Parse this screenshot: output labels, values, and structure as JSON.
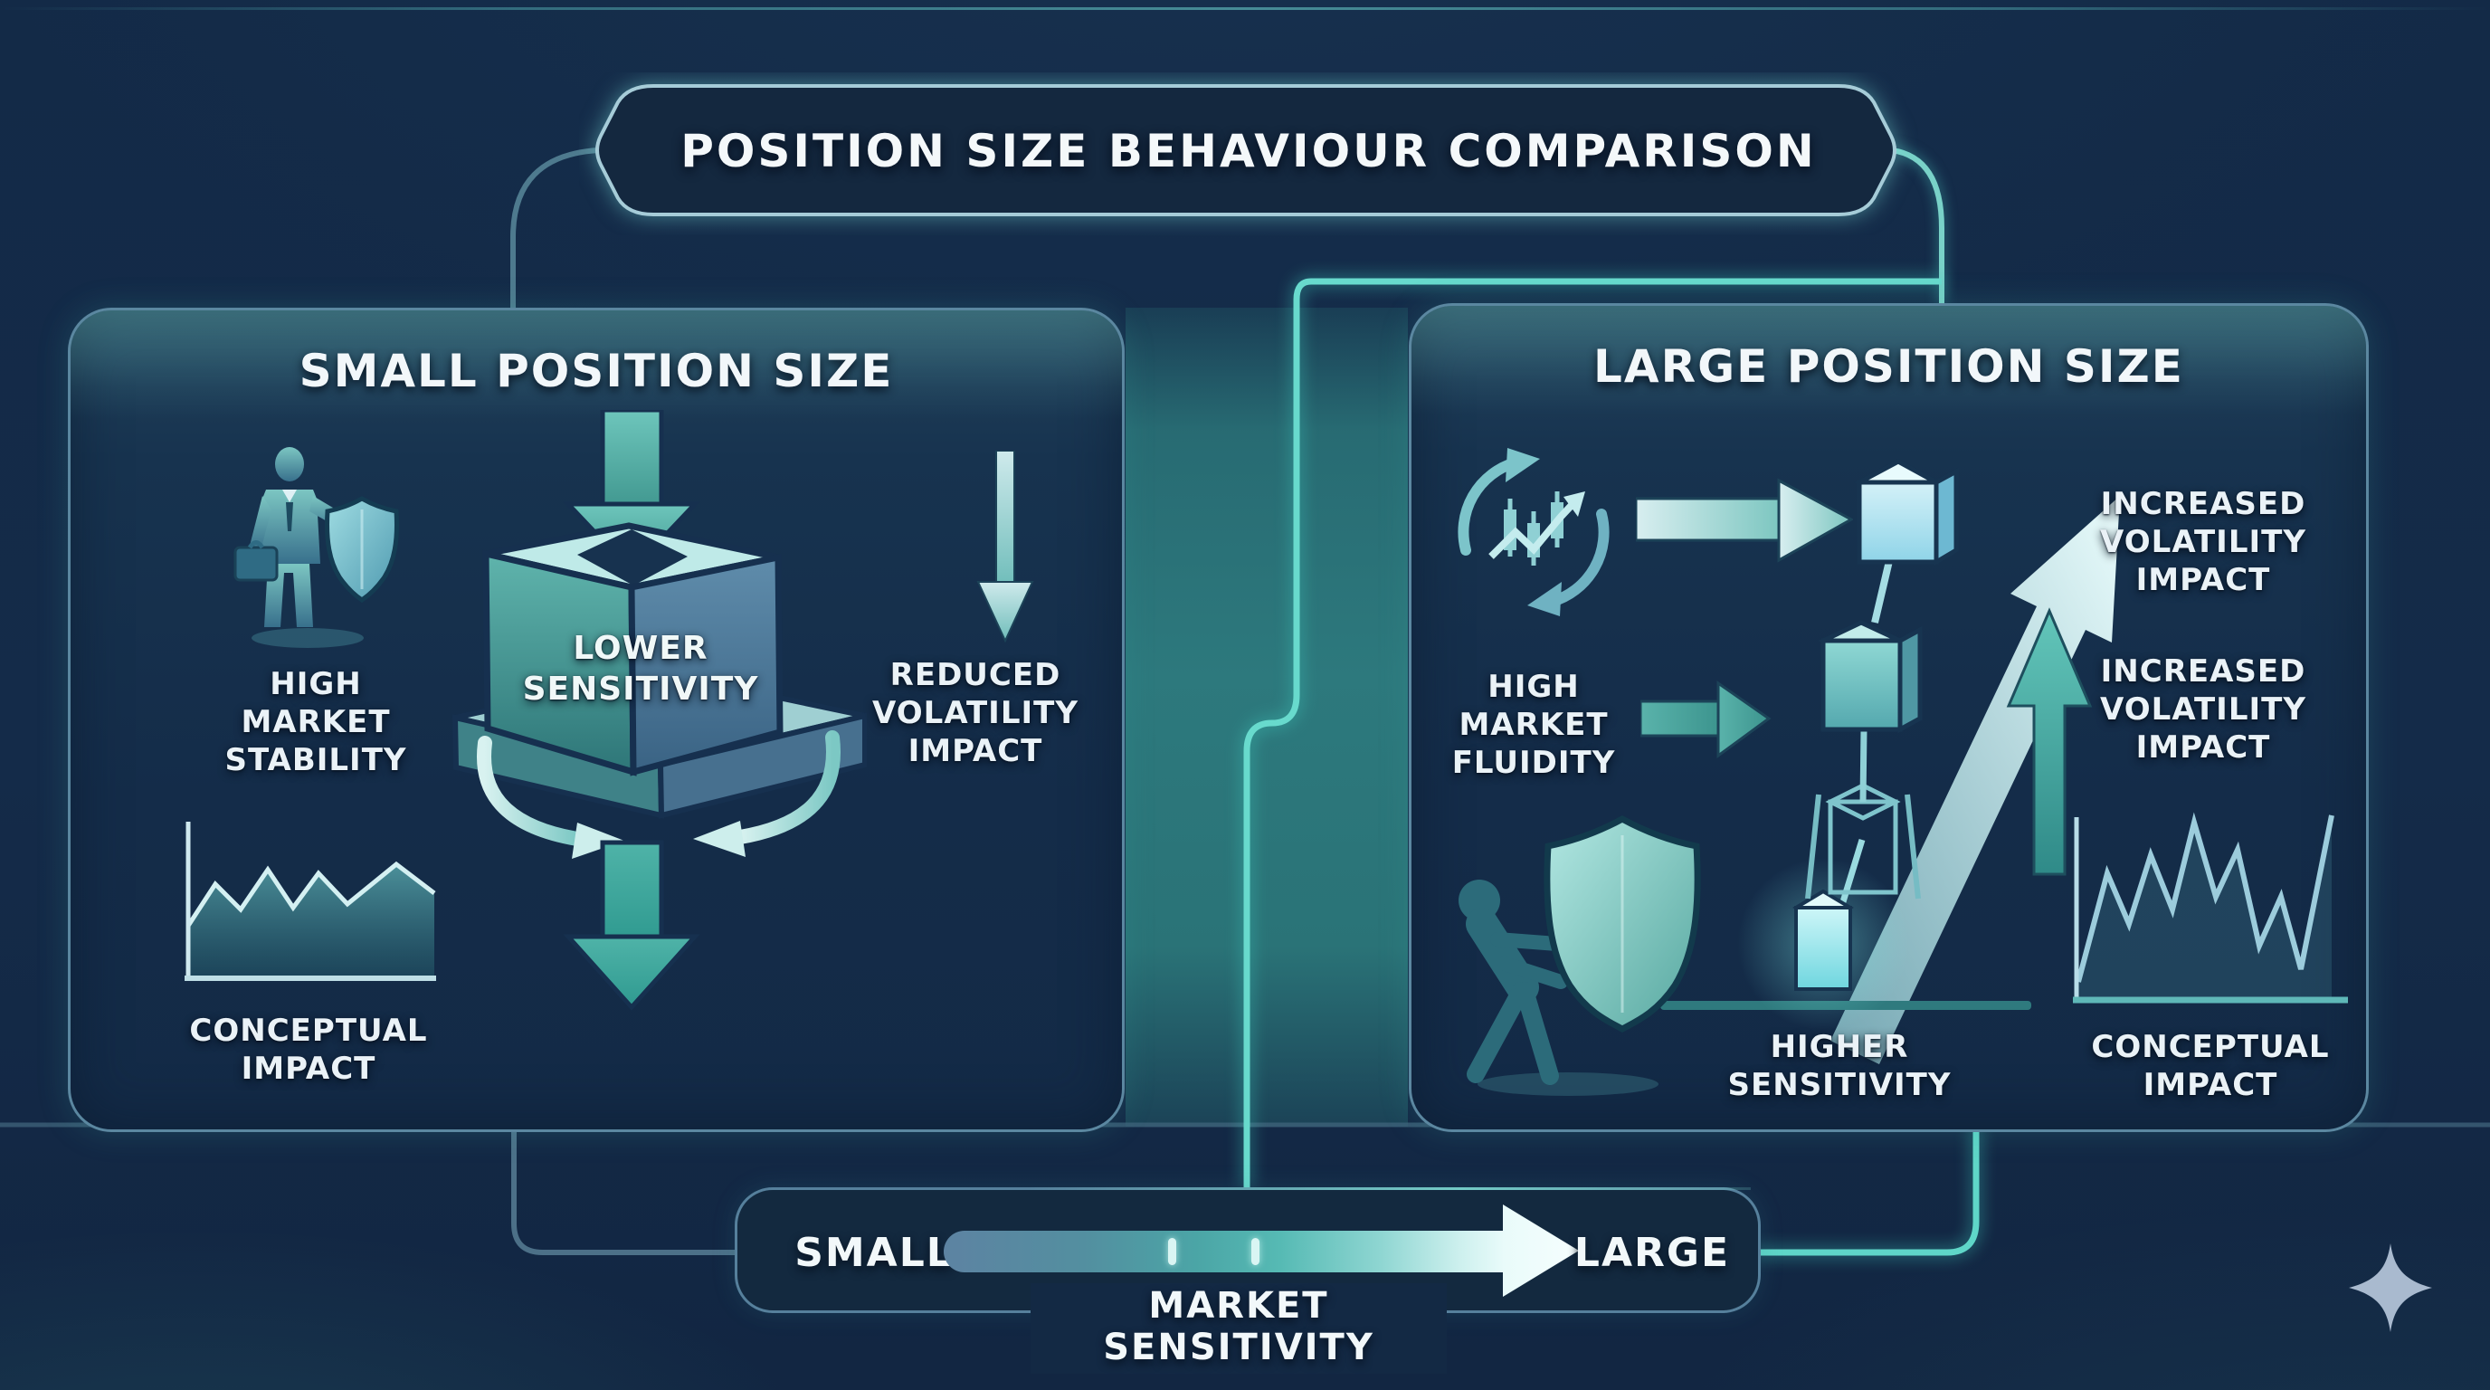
{
  "title": "POSITION SIZE BEHAVIOUR COMPARISON",
  "panels": {
    "small": {
      "header": "SMALL POSITION SIZE",
      "stability_label": "HIGH\nMARKET\nSTABILITY",
      "box_label": "LOWER\nSENSITIVITY",
      "volatility_label": "REDUCED\nVOLATILITY\nIMPACT",
      "impact_label": "CONCEPTUAL\nIMPACT"
    },
    "large": {
      "header": "LARGE POSITION SIZE",
      "fluidity_label": "HIGH\nMARKET\nFLUIDITY",
      "volatility_label_1": "INCREASED\nVOLATILITY\nIMPACT",
      "volatility_label_2": "INCREASED\nVOLATILITY\nIMPACT",
      "sensitivity_label": "HIGHER\nSENSITIVITY",
      "impact_label": "CONCEPTUAL\nIMPACT"
    }
  },
  "slider": {
    "left_label": "SMALL",
    "right_label": "LARGE",
    "caption": "MARKET SENSITIVITY"
  },
  "colors": {
    "background": "#132a47",
    "panel_fill": "#16304d",
    "panel_border": "#5b87a0",
    "accent_teal": "#5fd6c8",
    "glow_teal": "#2d797d",
    "steel_line": "#4c7490",
    "text": "#eef4f8"
  }
}
